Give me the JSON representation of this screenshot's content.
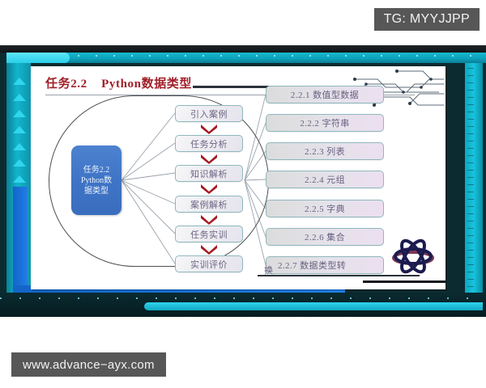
{
  "watermarks": {
    "telegram": "TG: MYYJJPP",
    "website": "www.advance−ayx.com"
  },
  "slide": {
    "title": "任务2.2    Python数据类型",
    "hub": {
      "label": "任务2.2\nPython数\n据类型"
    },
    "stages": [
      {
        "label": "引入案例"
      },
      {
        "label": "任务分析"
      },
      {
        "label": "知识解析"
      },
      {
        "label": "案例解析"
      },
      {
        "label": "任务实训"
      },
      {
        "label": "实训评价"
      }
    ],
    "stage_arrow_icon": "chevron-down-icon",
    "topics": [
      {
        "label": "2.2.1  数值型数据"
      },
      {
        "label": "2.2.2  字符串"
      },
      {
        "label": "2.2.3  列表"
      },
      {
        "label": "2.2.4  元组"
      },
      {
        "label": "2.2.5  字典"
      },
      {
        "label": "2.2.6  集合"
      },
      {
        "label": "2.2.7  数据类型转"
      }
    ],
    "topic_overflow_text": "换",
    "decorations": {
      "circuit": "circuit-traces-decoration",
      "atom": "atom-logo-icon"
    },
    "colors": {
      "title": "#a01f28",
      "hub_fill": "#3f74c6",
      "box_border": "#8fb7bd",
      "box_text": "#6b6080",
      "arrow": "#a51a22",
      "frame_cyan": "#13b5cd",
      "frame_blue": "#1f7ee6",
      "frame_dark": "#0c2b30",
      "watermark_bg": "#575757"
    }
  }
}
